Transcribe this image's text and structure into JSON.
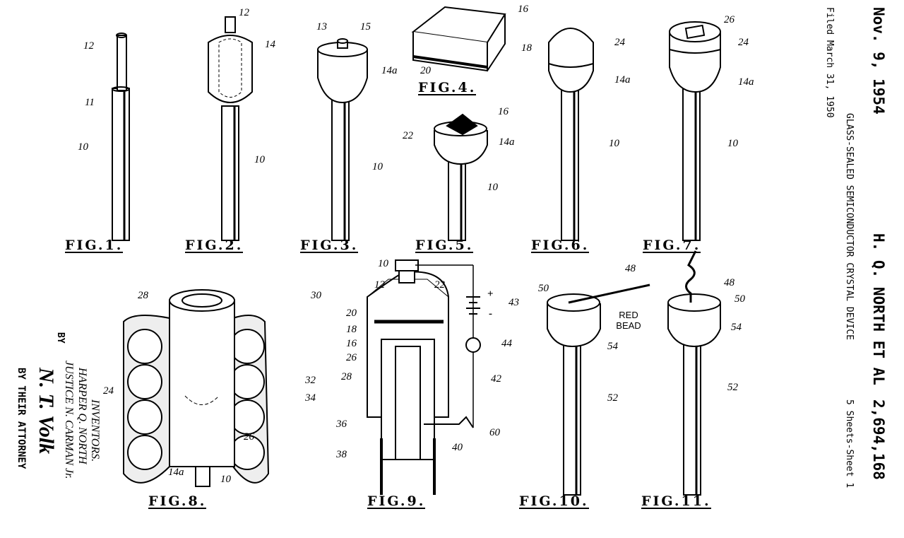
{
  "header": {
    "date": "Nov. 9, 1954",
    "inventors_short": "H. Q. NORTH ET AL",
    "patent_number": "2,694,168",
    "filed": "Filed March 31, 1950",
    "title": "GLASS-SEALED SEMICONDUCTOR CRYSTAL DEVICE",
    "sheets": "5 Sheets-Sheet 1"
  },
  "inventors": {
    "heading": "INVENTORS.",
    "names": [
      "HARPER Q. NORTH",
      "JUSTICE N. CARMAN Jr."
    ],
    "by": "BY",
    "signature": "N. T. Volk",
    "attorney": "BY THEIR ATTORNEY"
  },
  "figures": {
    "fig1": "FIG.1.",
    "fig2": "FIG.2.",
    "fig3": "FIG.3.",
    "fig4": "FIG.4.",
    "fig5": "FIG.5.",
    "fig6": "FIG.6.",
    "fig7": "FIG.7.",
    "fig8": "FIG.8.",
    "fig9": "FIG.9.",
    "fig10": "FIG.10.",
    "fig11": "FIG.11."
  },
  "labels": {
    "red_bead": "RED BEAD",
    "plus": "+",
    "minus": "-"
  },
  "numerals": [
    "12",
    "11",
    "10",
    "12",
    "14",
    "10",
    "13",
    "15",
    "14a",
    "10",
    "16",
    "18",
    "20",
    "16",
    "22",
    "14a",
    "10",
    "24",
    "14a",
    "10",
    "26",
    "24",
    "14a",
    "10",
    "28",
    "30",
    "32",
    "34",
    "24",
    "26",
    "14a",
    "10",
    "10",
    "12",
    "22",
    "20",
    "18",
    "16",
    "26",
    "28",
    "43",
    "44",
    "42",
    "36",
    "40",
    "60",
    "38",
    "48",
    "50",
    "54",
    "52",
    "48",
    "50",
    "54",
    "52"
  ]
}
